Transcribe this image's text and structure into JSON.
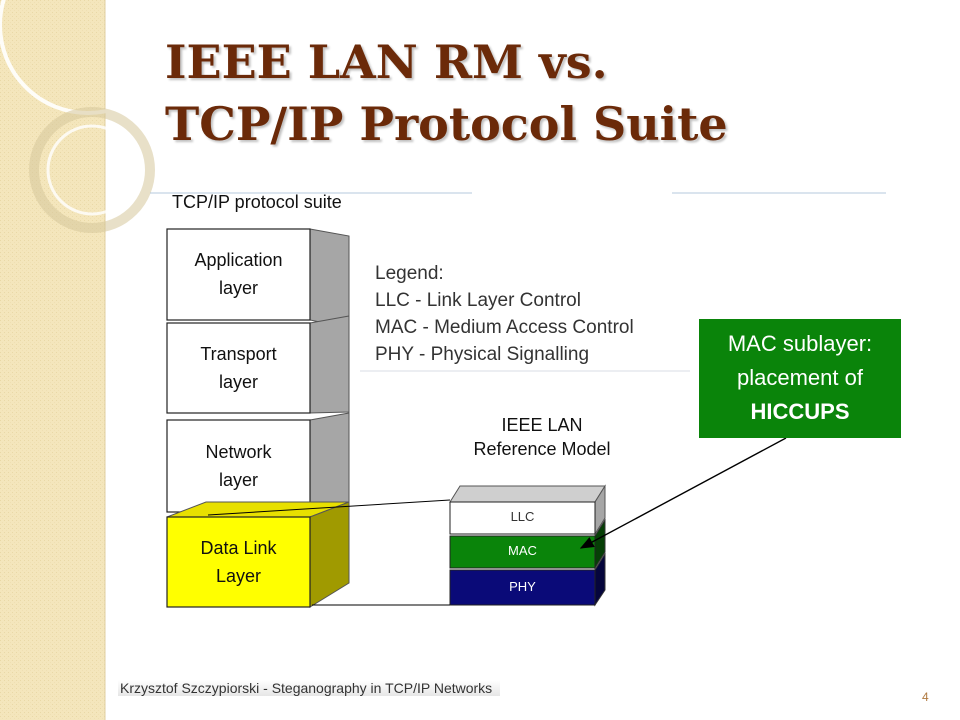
{
  "title": {
    "line1": "IEEE LAN RM   vs.",
    "line2": "TCP/IP Protocol Suite"
  },
  "diagram": {
    "suite_label": "TCP/IP protocol suite",
    "layers": [
      {
        "line1": "Application",
        "line2": "layer"
      },
      {
        "line1": "Transport",
        "line2": "layer"
      },
      {
        "line1": "Network",
        "line2": "layer"
      },
      {
        "line1": "Data Link",
        "line2": "Layer"
      }
    ],
    "ieee_label": {
      "line1": "IEEE LAN",
      "line2": "Reference Model"
    },
    "sublayers": [
      "LLC",
      "MAC",
      "PHY"
    ],
    "legend": {
      "heading": "Legend:",
      "items": [
        "LLC - Link Layer Control",
        "MAC - Medium Access Control",
        "PHY - Physical Signalling"
      ]
    },
    "callout": {
      "line1": "MAC sublayer:",
      "line2": "placement of",
      "line3": "HICCUPS"
    }
  },
  "colors": {
    "title": "#6b2a09",
    "data_link": "#ffff00",
    "mac": "#0a840a",
    "phy": "#0a0a78",
    "callout": "#0a840a",
    "side_face": "#a6a6a6",
    "background_left": "#f4e6bc"
  },
  "footer": {
    "text": "Krzysztof Szczypiorski - Steganography in TCP/IP Networks",
    "page": "4"
  }
}
